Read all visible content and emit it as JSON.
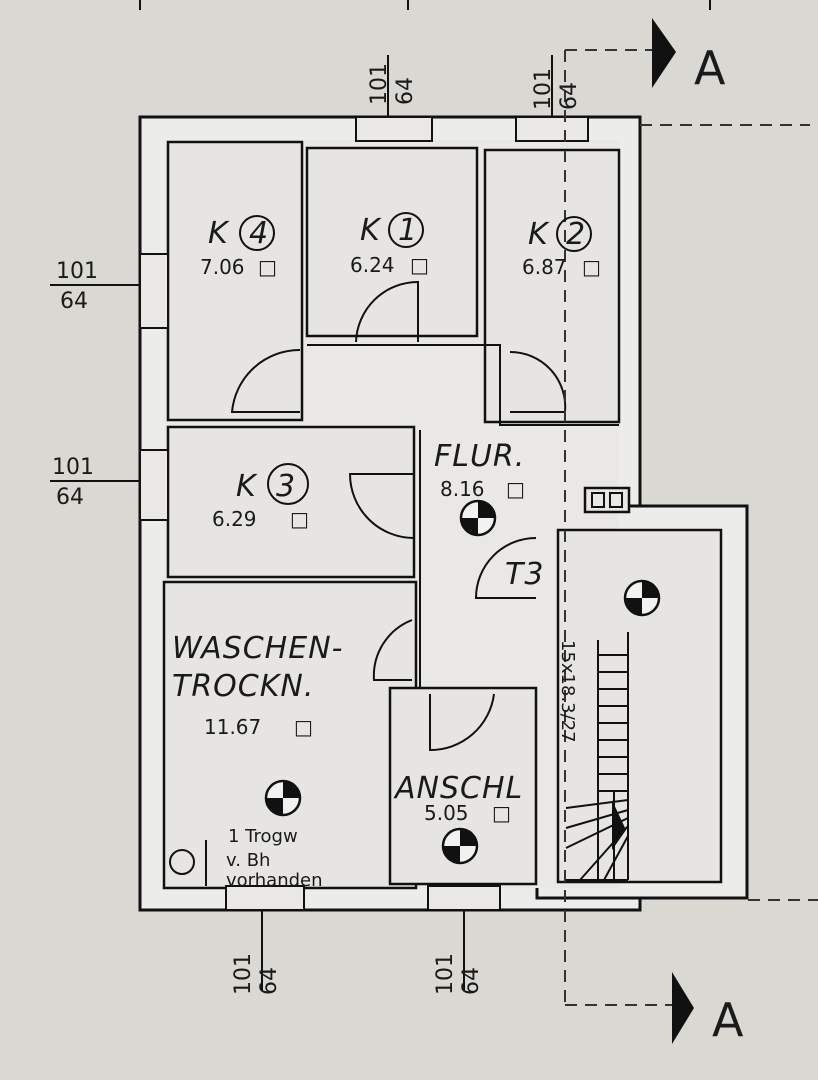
{
  "plan": {
    "rooms": [
      {
        "id": "k4",
        "name": "K",
        "num": "4",
        "area": "7.06",
        "unit": "□"
      },
      {
        "id": "k1",
        "name": "K",
        "num": "1",
        "area": "6.24",
        "unit": "□"
      },
      {
        "id": "k2",
        "name": "K",
        "num": "2",
        "area": "6.87",
        "unit": "□"
      },
      {
        "id": "k3",
        "name": "K",
        "num": "3",
        "area": "6.29",
        "unit": "□"
      },
      {
        "id": "flur",
        "name": "FLUR.",
        "area": "8.16",
        "unit": "□"
      },
      {
        "id": "waschen",
        "name_line1": "WASCHEN-",
        "name_line2": "TROCKN.",
        "area": "11.67",
        "unit": "□"
      },
      {
        "id": "anschl",
        "name": "ANSCHL",
        "area": "5.05",
        "unit": "□"
      }
    ],
    "window_dims": {
      "top": "101",
      "bottom": "64"
    },
    "section_mark": "A",
    "door_label": "T3",
    "stair_label": "15x18.3/27",
    "note_line1": "1 Trogw",
    "note_line2": "v. Bh",
    "note_line3": "vorhanden"
  }
}
